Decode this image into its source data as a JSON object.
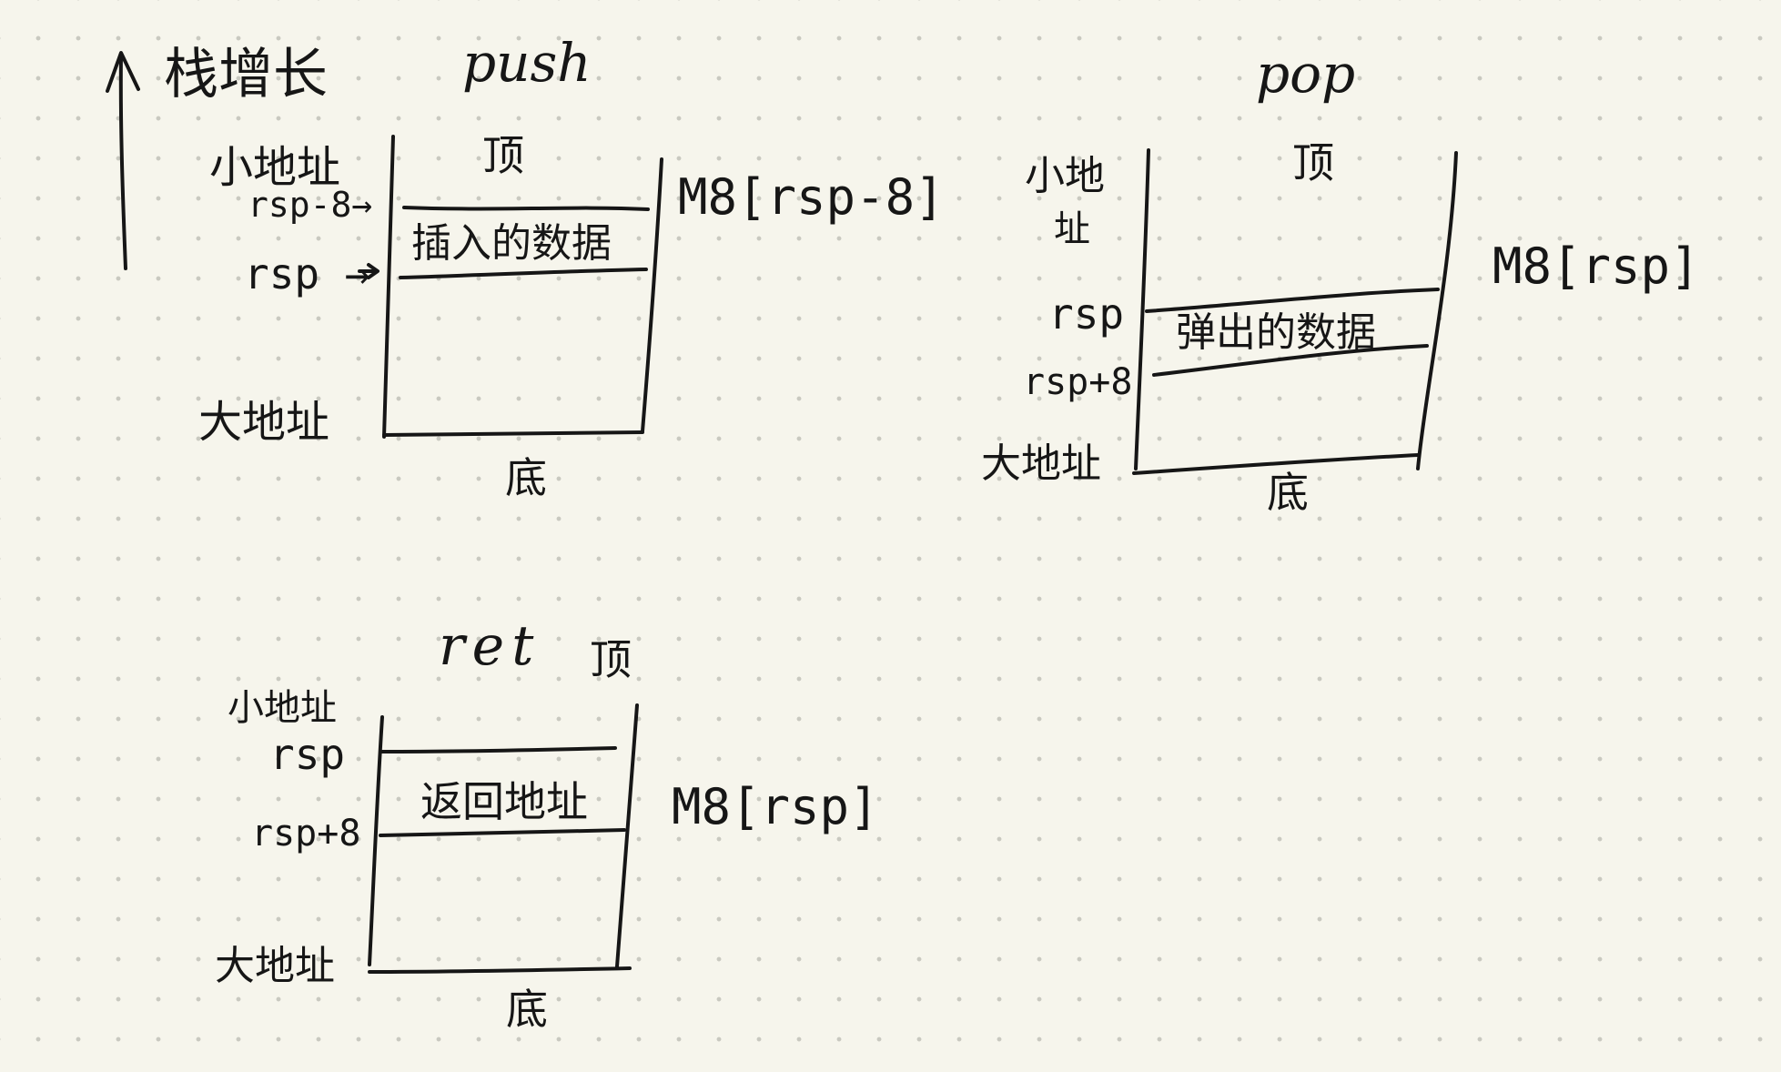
{
  "growth_label": "栈增长",
  "push": {
    "title": "push",
    "top": "顶",
    "bottom": "底",
    "small_addr": "小地址",
    "large_addr": "大地址",
    "rsp_minus": "rsp-8→",
    "rsp": "rsp →",
    "cell": "插入的数据",
    "mem": "M8[rsp-8]"
  },
  "pop": {
    "title": "pop",
    "top": "顶",
    "bottom": "底",
    "small_addr_1": "小地",
    "small_addr_2": "址",
    "large_addr": "大地址",
    "rsp": "rsp",
    "rsp_plus": "rsp+8",
    "cell": "弹出的数据",
    "mem": "M8[rsp]"
  },
  "ret": {
    "title": "ret",
    "top": "顶",
    "bottom": "底",
    "small_addr": "小地址",
    "large_addr": "大地址",
    "rsp": "rsp",
    "rsp_plus": "rsp+8",
    "cell": "返回地址",
    "mem": "M8[rsp]"
  }
}
